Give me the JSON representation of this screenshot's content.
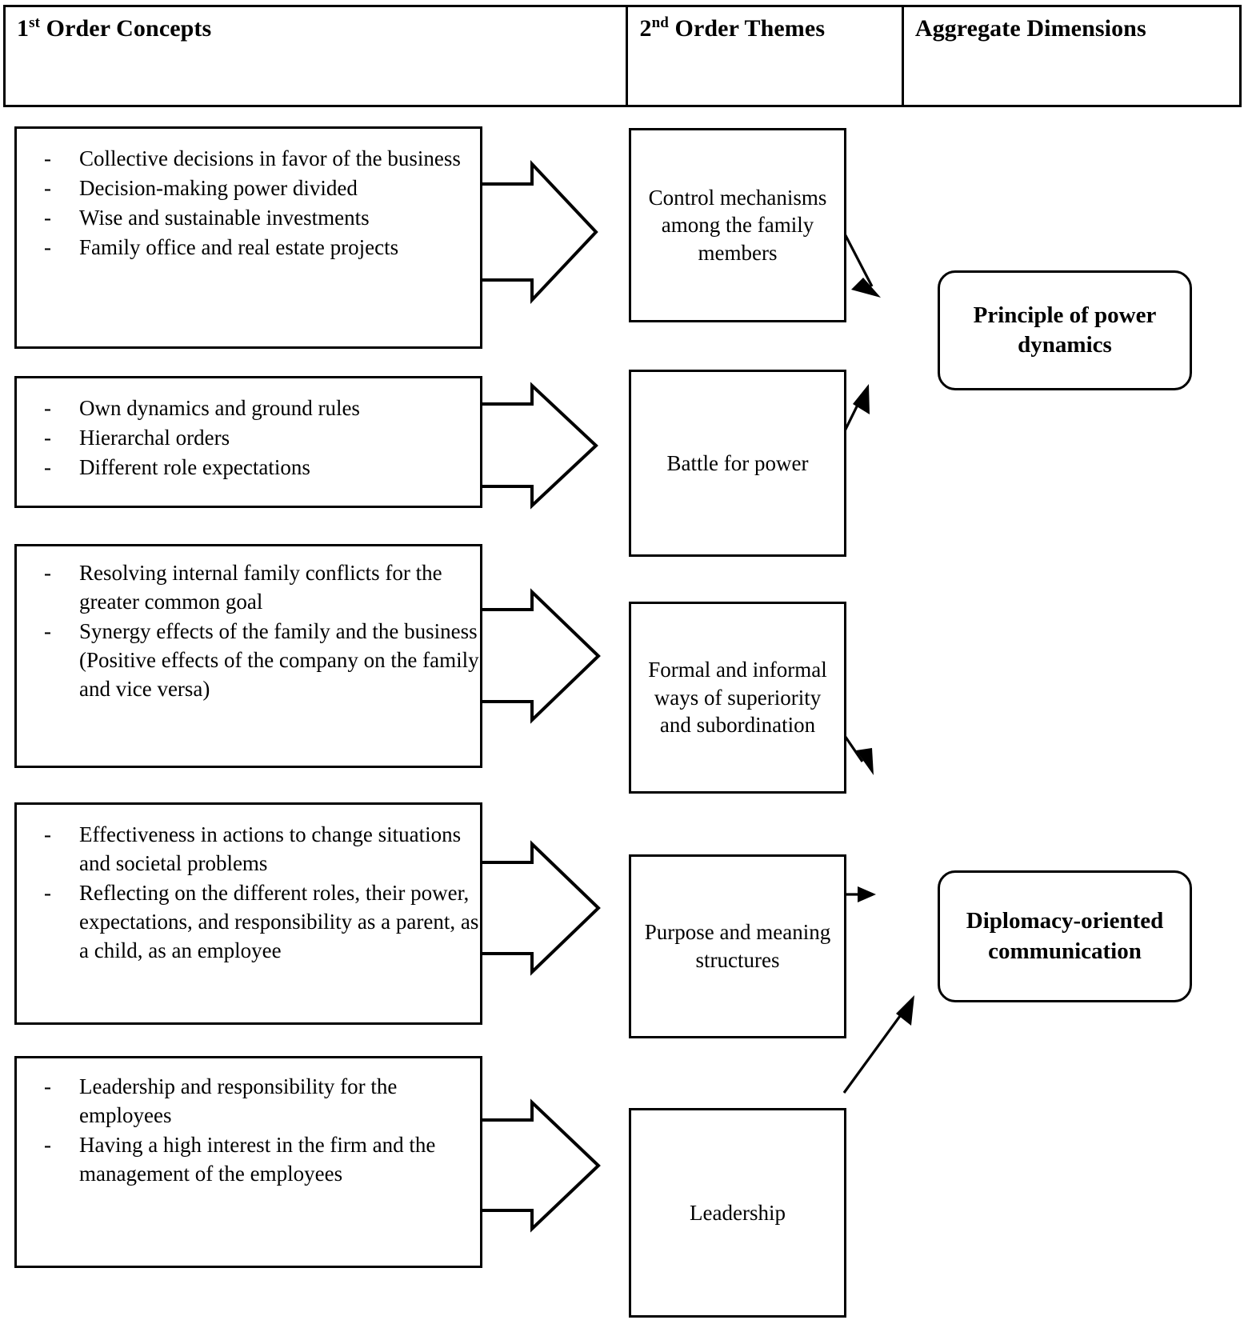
{
  "header": {
    "columns": [
      {
        "label_main": "Order Concepts",
        "ordinal_num": "1",
        "ordinal_sup": "st",
        "full": "1st Order Concepts"
      },
      {
        "label_main": "Order Themes",
        "ordinal_num": "2",
        "ordinal_sup": "nd",
        "full": "2nd Order Themes"
      },
      {
        "label_main": "Aggregate Dimensions",
        "full": "Aggregate Dimensions"
      }
    ]
  },
  "first_order_concepts": [
    {
      "id": "concept-1",
      "items": [
        "Collective decisions in favor of the business",
        "Decision-making power divided",
        "Wise and sustainable investments",
        "Family office and real estate projects"
      ]
    },
    {
      "id": "concept-2",
      "items": [
        "Own dynamics and ground rules",
        "Hierarchal orders",
        "Different role expectations"
      ]
    },
    {
      "id": "concept-3",
      "items": [
        "Resolving internal family conflicts for the greater common goal",
        "Synergy effects of the family and the business (Positive effects of the company on the family and vice versa)"
      ]
    },
    {
      "id": "concept-4",
      "items": [
        "Effectiveness in actions to change situations and societal problems",
        "Reflecting on the different roles, their power, expectations, and responsibility as a parent, as a child, as an employee"
      ]
    },
    {
      "id": "concept-5",
      "items": [
        "Leadership and responsibility for the employees",
        "Having a high interest in the firm and the management of the employees"
      ]
    }
  ],
  "second_order_themes": [
    {
      "id": "theme-1",
      "label": "Control mechanisms among the family members"
    },
    {
      "id": "theme-2",
      "label": "Battle for power"
    },
    {
      "id": "theme-3",
      "label": "Formal and informal ways of superiority and subordination"
    },
    {
      "id": "theme-4",
      "label": "Purpose and meaning structures"
    },
    {
      "id": "theme-5",
      "label": "Leadership"
    }
  ],
  "aggregate_dimensions": [
    {
      "id": "dimension-1",
      "label": "Principle of power dynamics"
    },
    {
      "id": "dimension-2",
      "label": "Diplomacy-oriented communication"
    }
  ],
  "bullet": {
    "dash": "-"
  },
  "colors": {
    "stroke": "#000000",
    "background": "#ffffff",
    "text": "#000000"
  }
}
